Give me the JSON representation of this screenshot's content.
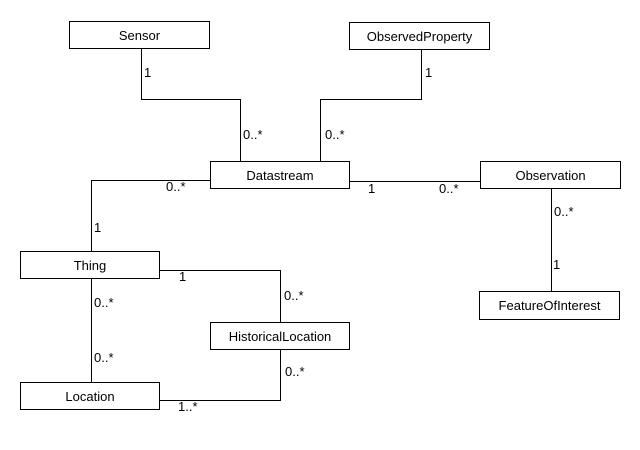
{
  "diagram": {
    "kind": "uml-class-diagram",
    "colors": {
      "background": "#ffffff",
      "line": "#000000",
      "text": "#000000"
    },
    "entities": [
      {
        "id": "sensor",
        "label": "Sensor"
      },
      {
        "id": "observed-property",
        "label": "ObservedProperty"
      },
      {
        "id": "datastream",
        "label": "Datastream"
      },
      {
        "id": "observation",
        "label": "Observation"
      },
      {
        "id": "thing",
        "label": "Thing"
      },
      {
        "id": "historical-location",
        "label": "HistoricalLocation"
      },
      {
        "id": "feature-of-interest",
        "label": "FeatureOfInterest"
      },
      {
        "id": "location",
        "label": "Location"
      }
    ],
    "relationships": [
      {
        "from": "Sensor",
        "to": "Datastream",
        "from_multiplicity": "1",
        "to_multiplicity": "0..*"
      },
      {
        "from": "ObservedProperty",
        "to": "Datastream",
        "from_multiplicity": "1",
        "to_multiplicity": "0..*"
      },
      {
        "from": "Thing",
        "to": "Datastream",
        "from_multiplicity": "1",
        "to_multiplicity": "0..*"
      },
      {
        "from": "Datastream",
        "to": "Observation",
        "from_multiplicity": "1",
        "to_multiplicity": "0..*"
      },
      {
        "from": "FeatureOfInterest",
        "to": "Observation",
        "from_multiplicity": "1",
        "to_multiplicity": "0..*"
      },
      {
        "from": "Thing",
        "to": "HistoricalLocation",
        "from_multiplicity": "1",
        "to_multiplicity": "0..*"
      },
      {
        "from": "Thing",
        "to": "Location",
        "from_multiplicity": "0..*",
        "to_multiplicity": "0..*"
      },
      {
        "from": "Location",
        "to": "HistoricalLocation",
        "from_multiplicity": "1..*",
        "to_multiplicity": "0..*"
      }
    ]
  }
}
